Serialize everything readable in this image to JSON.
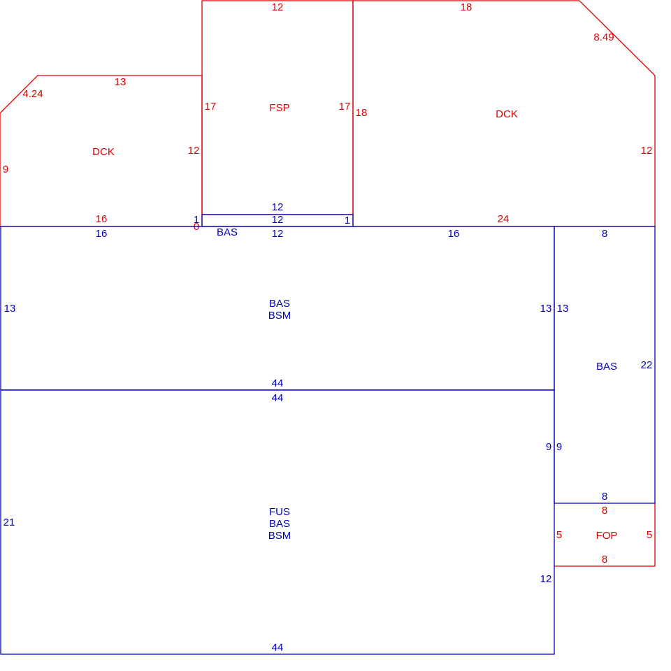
{
  "colors": {
    "deck_lines": "#dd0000",
    "building_lines": "#0000bb"
  },
  "areas": {
    "dck_left": {
      "code": "DCK",
      "dims": {
        "top": "13",
        "diagonal": "4.24",
        "left": "9",
        "right": "12",
        "bottom": "16"
      }
    },
    "fsp": {
      "code": "FSP",
      "dims": {
        "top": "12",
        "left": "17",
        "right": "17",
        "bottom": "12"
      }
    },
    "dck_right": {
      "code": "DCK",
      "dims": {
        "top": "18",
        "diagonal": "8.49",
        "left": "18",
        "right": "12",
        "bottom": "24"
      }
    },
    "bas_small": {
      "code": "BAS",
      "dims": {
        "top": "12",
        "bottom": "12",
        "left": "1",
        "right": "1",
        "zero": "0"
      }
    },
    "bas_bsm_main": {
      "line1": "BAS",
      "line2": "BSM",
      "dims": {
        "top_left": "16",
        "top_right": "16",
        "left": "13",
        "right": "13",
        "bottom": "44"
      }
    },
    "bas_right": {
      "code": "BAS",
      "dims": {
        "top": "8",
        "left": "13",
        "right": "22",
        "left_lower": "9",
        "bottom": "8"
      }
    },
    "fus_bas_bsm": {
      "line1": "FUS",
      "line2": "BAS",
      "line3": "BSM",
      "dims": {
        "top": "44",
        "left": "21",
        "right_upper": "9",
        "right_lower": "12",
        "bottom": "44"
      }
    },
    "fop": {
      "code": "FOP",
      "dims": {
        "top": "8",
        "left": "5",
        "right": "5",
        "bottom": "8"
      }
    }
  }
}
